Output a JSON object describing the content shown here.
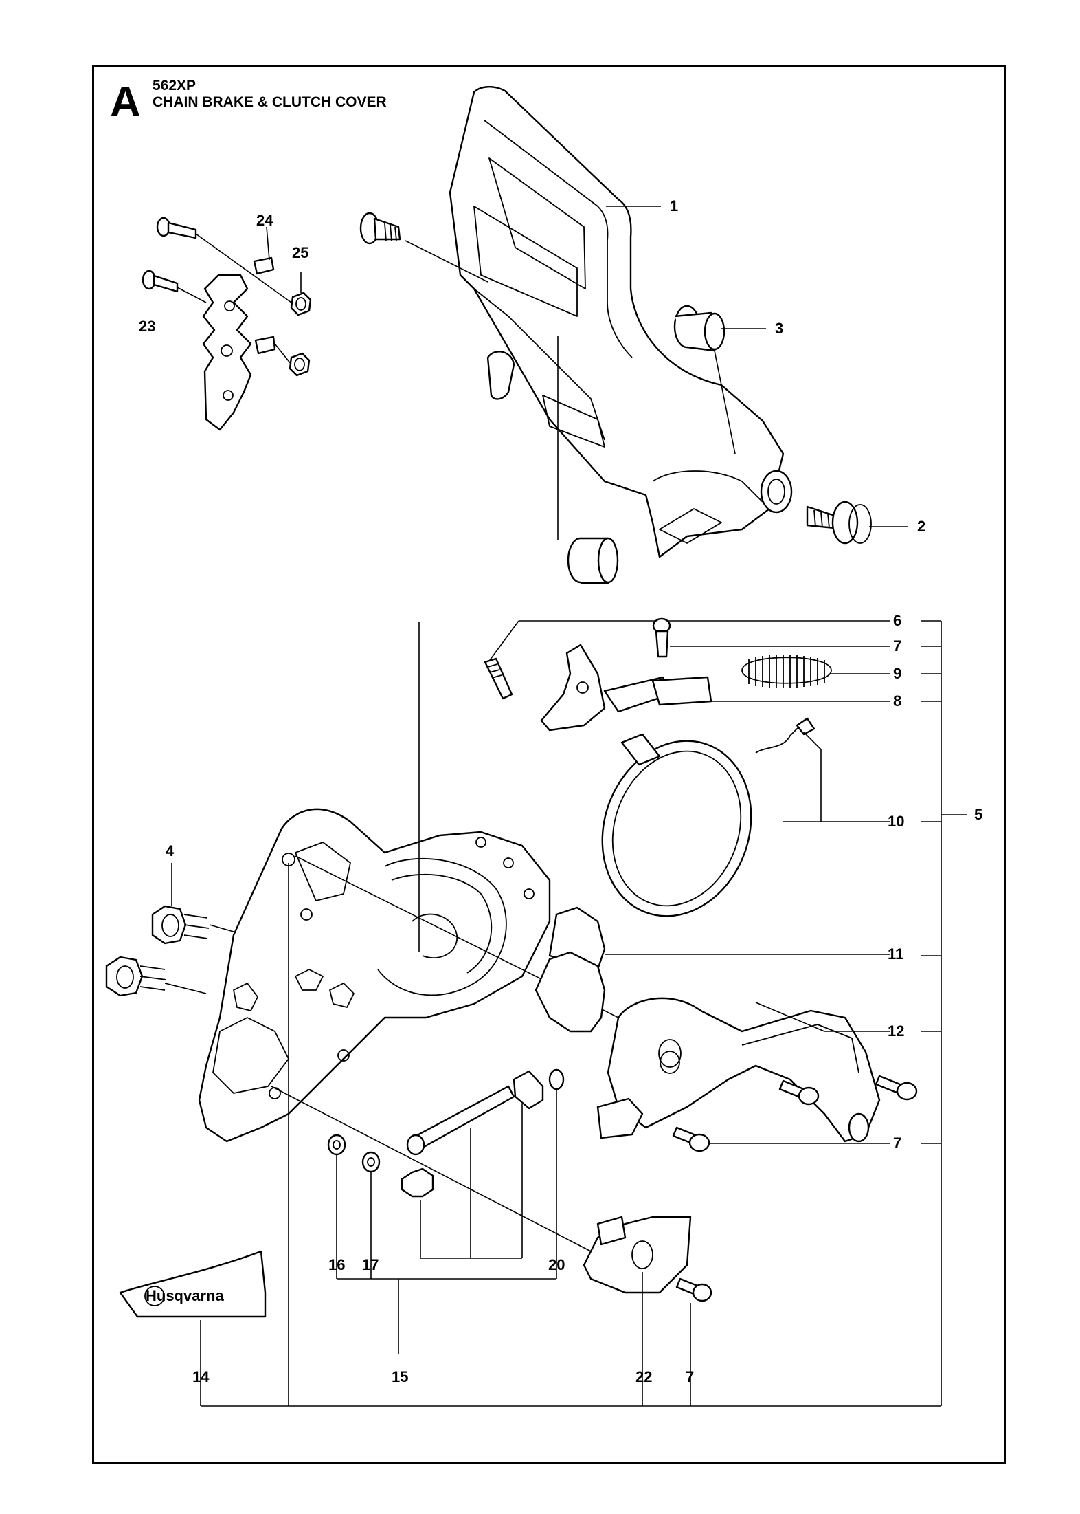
{
  "page": {
    "section_letter": "A",
    "model": "562XP",
    "title": "CHAIN BRAKE & CLUTCH COVER"
  },
  "logo": {
    "brand": "Husqvarna"
  },
  "callouts": [
    {
      "id": "c1",
      "number": "1"
    },
    {
      "id": "c2",
      "number": "2"
    },
    {
      "id": "c3",
      "number": "3"
    },
    {
      "id": "c4",
      "number": "4"
    },
    {
      "id": "c5",
      "number": "5"
    },
    {
      "id": "c6",
      "number": "6"
    },
    {
      "id": "c7a",
      "number": "7"
    },
    {
      "id": "c8",
      "number": "8"
    },
    {
      "id": "c9",
      "number": "9"
    },
    {
      "id": "c10",
      "number": "10"
    },
    {
      "id": "c11",
      "number": "11"
    },
    {
      "id": "c12",
      "number": "12"
    },
    {
      "id": "c7b",
      "number": "7"
    },
    {
      "id": "c14",
      "number": "14"
    },
    {
      "id": "c15",
      "number": "15"
    },
    {
      "id": "c16",
      "number": "16"
    },
    {
      "id": "c17",
      "number": "17"
    },
    {
      "id": "c20",
      "number": "20"
    },
    {
      "id": "c22",
      "number": "22"
    },
    {
      "id": "c7c",
      "number": "7"
    },
    {
      "id": "c23",
      "number": "23"
    },
    {
      "id": "c24",
      "number": "24"
    },
    {
      "id": "c25",
      "number": "25"
    }
  ]
}
